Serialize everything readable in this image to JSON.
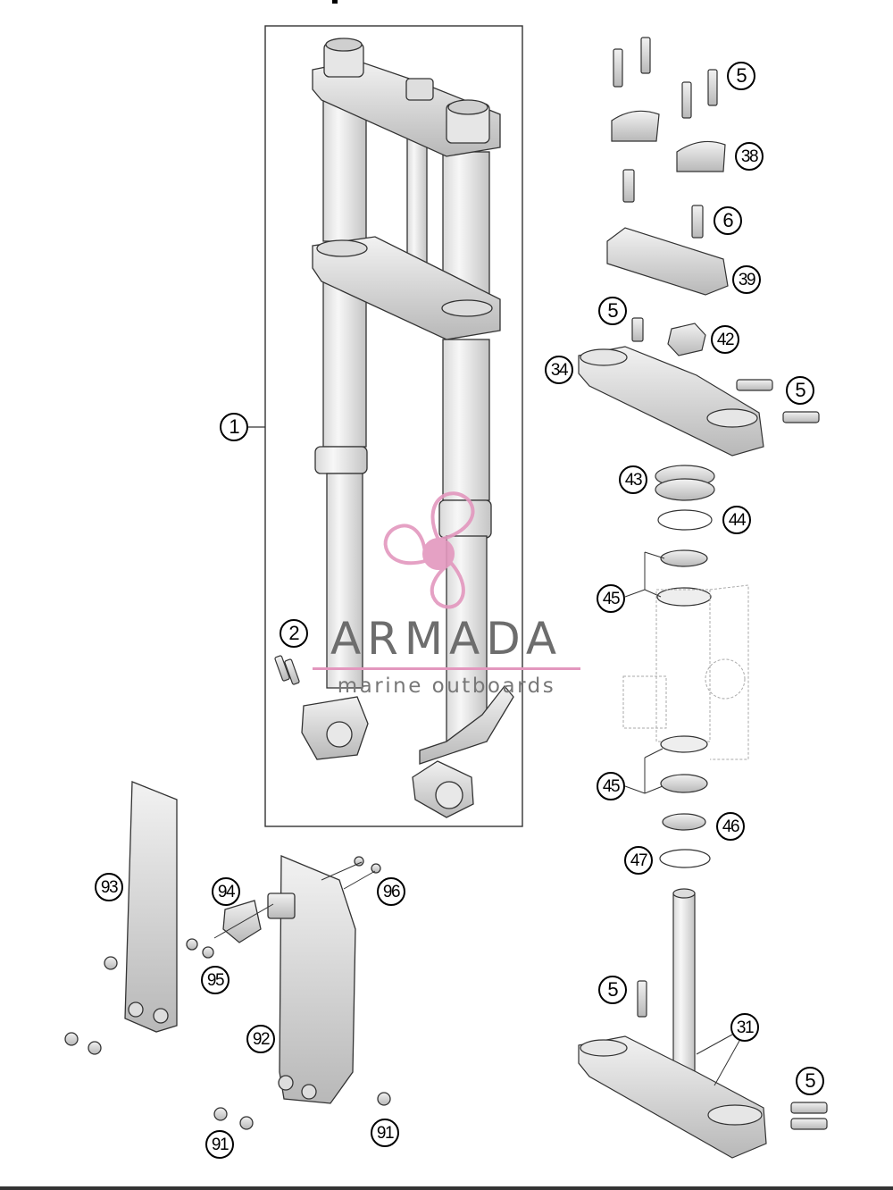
{
  "diagram": {
    "callouts": [
      {
        "id": "c1",
        "label": "1"
      },
      {
        "id": "c2",
        "label": "2"
      },
      {
        "id": "c5a",
        "label": "5"
      },
      {
        "id": "c38",
        "label": "38"
      },
      {
        "id": "c6",
        "label": "6"
      },
      {
        "id": "c39",
        "label": "39"
      },
      {
        "id": "c5b",
        "label": "5"
      },
      {
        "id": "c42",
        "label": "42"
      },
      {
        "id": "c34",
        "label": "34"
      },
      {
        "id": "c5c",
        "label": "5"
      },
      {
        "id": "c43",
        "label": "43"
      },
      {
        "id": "c44",
        "label": "44"
      },
      {
        "id": "c45a",
        "label": "45"
      },
      {
        "id": "c45b",
        "label": "45"
      },
      {
        "id": "c46",
        "label": "46"
      },
      {
        "id": "c47",
        "label": "47"
      },
      {
        "id": "c93",
        "label": "93"
      },
      {
        "id": "c94",
        "label": "94"
      },
      {
        "id": "c96",
        "label": "96"
      },
      {
        "id": "c95",
        "label": "95"
      },
      {
        "id": "c92",
        "label": "92"
      },
      {
        "id": "c5d",
        "label": "5"
      },
      {
        "id": "c31",
        "label": "31"
      },
      {
        "id": "c5e",
        "label": "5"
      },
      {
        "id": "c91a",
        "label": "91"
      },
      {
        "id": "c91b",
        "label": "91"
      }
    ]
  },
  "watermark": {
    "brand": "ARMADA",
    "tagline": "marine outboards",
    "color": "#e397be"
  }
}
